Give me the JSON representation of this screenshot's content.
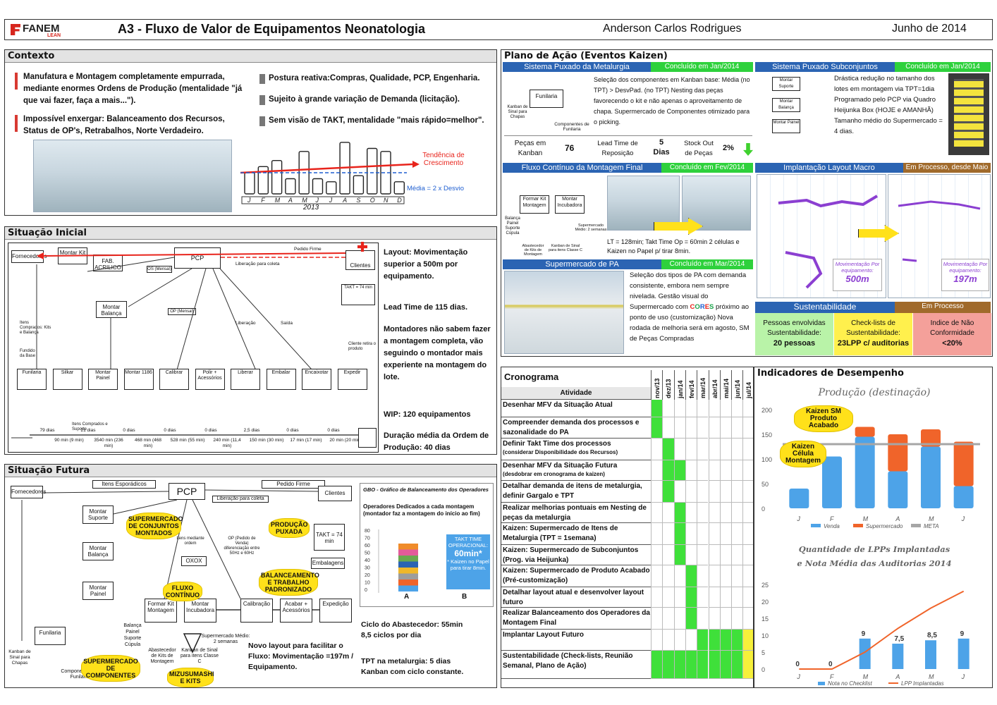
{
  "header": {
    "logo": "FANEM",
    "logo_sub": "LEAN",
    "title": "A3 - Fluxo de Valor de Equipamentos Neonatologia",
    "author": "Anderson Carlos Rodrigues",
    "date": "Junho de 2014"
  },
  "contexto": {
    "title": "Contexto",
    "bullets": [
      "Manufatura e Montagem completamente empurrada, mediante enormes Ordens de Produção (mentalidade \"já que vai fazer, faça a mais...\").",
      "Impossível enxergar: Balanceamento dos Recursos, Status de OP's, Retrabalhos, Norte Verdadeiro.",
      "Postura reativa:Compras, Qualidade, PCP, Engenharia.",
      "Sujeito à grande variação de Demanda (licitação).",
      "Sem visão de TAKT, mentalidade \"mais rápido=melhor\"."
    ],
    "trend_label": "Tendência de Crescimento",
    "media_label": "Média = 2 x Desvio",
    "months": [
      "J",
      "F",
      "M",
      "A",
      "M",
      "J",
      "J",
      "A",
      "S",
      "O",
      "N",
      "D"
    ],
    "year": "2013",
    "monthly_level": [
      0.35,
      0.45,
      0.55,
      0.25,
      0.7,
      0.25,
      0.2,
      0.85,
      0.3,
      0.75,
      0.7,
      0.2
    ]
  },
  "situacao_inicial": {
    "title": "Situação Inicial",
    "boxes": {
      "pcp": "PCP",
      "fornecedores": "Fornecedores",
      "clientes": "Clientes",
      "montar_kit": "Montar Kit",
      "fab_acrilico": "FAB. ACRILICO",
      "montar_balanca": "Montar Balança",
      "pedido_firme": "Pedido Firme",
      "liberacao_coleta": "Liberação para coleta",
      "os_mensal": "OS (Mensal)",
      "op_mensal": "OP (Mensal)",
      "liberacao": "Liberação",
      "saida": "Saída",
      "takt": "TAKT = 74 min",
      "cliente_retira": "Cliente retira o produto",
      "fundido": "Fundido da Base",
      "itens_comprados": "Itens Comprados: Kits e Balança",
      "itens_suporte": "Itens Comprados e Suporte"
    },
    "process_steps": [
      "Funilaria",
      "Silkar",
      "Montar Painel",
      "Montar 1186",
      "Calibrar",
      "Polir + Acessórios",
      "Liberar",
      "Embalar",
      "Encaixotar",
      "Expedir"
    ],
    "timeline_top": [
      "79 dias",
      "21 dias",
      "0 dias",
      "0 dias",
      "0 dias",
      "2,5 dias",
      "0 dias",
      "0 dias"
    ],
    "timeline_bottom": [
      "90 min (9 min)",
      "3540 min (236 min)",
      "468 min (468 min)",
      "528 min (55 min)",
      "240 min (11,4 min)",
      "150 min (30 min)",
      "17 min (17 min)",
      "20 min (20 min)"
    ],
    "notes": [
      "Layout: Movimentação superior a 500m por equipamento.",
      "Lead Time de 115 dias.",
      "Montadores não sabem fazer a montagem completa, vão seguindo o montador mais experiente na montagem do lote.",
      "WIP: 120 equipamentos",
      "Duração média da Ordem de Produção: 40 dias"
    ]
  },
  "situacao_futura": {
    "title": "Situação Futura",
    "boxes": {
      "fornecedores": "Fornecedores",
      "itens_esporadicos": "Itens Esporádicos",
      "pcp": "PCP",
      "pedido_firme": "Pedido Firme",
      "clientes": "Clientes",
      "liberacao_coleta": "Liberação para coleta",
      "montar_suporte": "Montar Suporte",
      "montar_balanca": "Montar Balança",
      "montar_painel": "Montar Painel",
      "funilaria": "Funilaria",
      "formar_kit": "Formar Kit Montagem",
      "montar_incubadora": "Montar Incubadora",
      "calibracao": "Calibração",
      "acabar": "Acabar + Acessórios",
      "expedicao": "Expedição",
      "embalagens": "Embalagens",
      "oxox": "OXOX",
      "takt": "TAKT = 74 min",
      "itens_mediante": "Itens mediante ordem",
      "op_pedido": "OP (Pedido de Venda) diferenciação entre 50Hz e 60Hz",
      "balanca_painel": "Balança Painel Suporte Cúpula",
      "abastecedor": "Abastecedor de Kits de Montagem",
      "kanban_sinal": "Kanban de Sinal para itens Classe C",
      "supermercado": "Supermercado Médio: 2 semanas",
      "kanban_chapas": "Kanban de Sinal para Chapas",
      "componentes": "Componentes de Funilaria"
    },
    "badges": {
      "supermercado_conjuntos": "SUPERMERCADO DE CONJUNTOS MONTADOS",
      "producao_puxada": "PRODUÇÃO PUXADA",
      "balanceamento": "BALANCEAMENTO E TRABALHO PADRONIZADO",
      "fluxo_continuo": "FLUXO CONTÍNUO",
      "supermercado_componentes": "SUPERMERCADO DE COMPONENTES",
      "mizusumashi": "MIZUSUMASHI E KITS"
    },
    "gbo": {
      "title": "GBO - Gráfico de Balanceamento dos Operadores",
      "subtitle": "Operadores Dedicados a cada montagem (montador faz a montagem do início ao fim)",
      "y_ticks": [
        "80",
        "70",
        "60",
        "50",
        "40",
        "30",
        "20",
        "10",
        "0"
      ],
      "categories": [
        "A",
        "B"
      ],
      "takt_title": "TAKT TIME OPERACIONAL:",
      "takt_value": "60min*",
      "takt_note": "* Kaizen no Papel para tirar 8min."
    },
    "notes": {
      "ciclo": "Ciclo do Abastecedor: 55min 8,5 ciclos por dia",
      "layout": "Novo layout para facilitar o Fluxo: Movimentação =197m / Equipamento.",
      "tpt": "TPT na metalurgia: 5 dias Kanban com ciclo constante."
    }
  },
  "plano": {
    "title": "Plano de Ação (Eventos Kaizen)",
    "metalurgia": {
      "title": "Sistema Puxado da Metalurgia",
      "status": "Concluído em Jan/2014",
      "text": "Seleção dos componentes em Kanban base: Média (no TPT) > DesvPad. (no TPT) Nesting das peças favorecendo o kit e não apenas o aproveitamento de chapa. Supermercado de Componentes otimizado para o picking.",
      "k1_label": "Peças em Kanban",
      "k1_value": "76",
      "k2_label": "Lead Time de Reposição",
      "k2_value": "5 Dias",
      "k3_label": "Stock Out de Peças",
      "k3_value": "2%",
      "labels": [
        "Funilaria",
        "Kanban de Sinal para Chapas",
        "Componentes de Funilaria"
      ]
    },
    "subconjuntos": {
      "title": "Sistema Puxado Subconjuntos",
      "status": "Concluído em Jan/2014",
      "text": "Drástica redução no tamanho dos lotes em montagem via TPT=1dia Programado pelo PCP via Quadro Heijunka Box (HOJE e AMANHÃ) Tamanho médio do Supermercado = 4 dias.",
      "labels": [
        "Montar Suporte",
        "Montar Balança",
        "Montar Painel"
      ]
    },
    "fluxo": {
      "title": "Fluxo Contínuo da Montagem Final",
      "status": "Concluído em Fev/2014",
      "text": "LT = 128min; Takt Time Op = 60min 2 células e Kaizen no Papel p/ tirar 8min.",
      "labels": [
        "Formar Kit Montagem",
        "Montar Incubadora",
        "Balança Painel Suporte Cúpula",
        "Abastecedor de Kits de Montagem",
        "Kanban de Sinal para itens Classe C",
        "Supermercado Médio: 2 semanas"
      ]
    },
    "layout": {
      "title": "Implantação Layout Macro",
      "status": "Em Processo, desde Maio",
      "mov_label": "Movimentação Por equipamento:",
      "before": "500m",
      "after": "197m"
    },
    "pa": {
      "title": "Supermercado de PA",
      "status": "Concluído em Mar/2014",
      "text1": "Seleção dos tipos de PA com demanda consistente, embora nem sempre nivelada. Gestão visual do Supermercado com",
      "cores": [
        "C",
        "O",
        "R",
        "E",
        "S"
      ],
      "cores_colors": [
        "#e8241c",
        "#1aa34a",
        "#1f5fd1",
        "#e8241c",
        "#1aa34a"
      ],
      "text2": "próximo ao ponto de uso (customização) Nova rodada de melhoria será em agosto, SM de Peças Compradas"
    },
    "sustentabilidade": {
      "title": "Sustentabilidade",
      "status": "Em Processo",
      "cells": [
        {
          "text": "Pessoas envolvidas Sustentabilidade:",
          "value": "20 pessoas",
          "color": "#b9f3a8"
        },
        {
          "text": "Check-lists de Sustentabilidade:",
          "value": "23LPP c/ auditorias",
          "color": "#fff04d"
        },
        {
          "text": "Indice de Não Conformidade",
          "value": "<20%",
          "color": "#f4a09a"
        }
      ]
    }
  },
  "cronograma": {
    "title": "Cronograma",
    "activity_header": "Atividade",
    "months": [
      "nov/13",
      "dez/13",
      "jan/14",
      "fev/14",
      "mar/14",
      "abr/14",
      "mai/14",
      "jun/14",
      "jul/14"
    ],
    "rows": [
      {
        "label": "Desenhar MFV da Situação Atual",
        "cells": [
          1,
          0,
          0,
          0,
          0,
          0,
          0,
          0,
          0
        ]
      },
      {
        "label": "Compreender demanda dos processos e sazonalidade do PA",
        "cells": [
          1,
          0,
          0,
          0,
          0,
          0,
          0,
          0,
          0
        ]
      },
      {
        "label": "Definir Takt Time dos processos",
        "sub": "(considerar Disponibilidade dos Recursos)",
        "cells": [
          0,
          1,
          0,
          0,
          0,
          0,
          0,
          0,
          0
        ]
      },
      {
        "label": "Desenhar MFV da Situação Futura",
        "sub": "(desdobrar em cronograma de kaizen)",
        "cells": [
          0,
          1,
          1,
          0,
          0,
          0,
          0,
          0,
          0
        ]
      },
      {
        "label": "Detalhar demanda de itens de metalurgia, definir Gargalo e TPT",
        "cells": [
          0,
          1,
          0,
          0,
          0,
          0,
          0,
          0,
          0
        ]
      },
      {
        "label": "Realizar melhorias pontuais em Nesting de peças da metalurgia",
        "cells": [
          0,
          0,
          1,
          0,
          0,
          0,
          0,
          0,
          0
        ]
      },
      {
        "label": "Kaizen: Supermercado de Itens de Metalurgia (TPT = 1semana)",
        "cells": [
          0,
          0,
          1,
          0,
          0,
          0,
          0,
          0,
          0
        ]
      },
      {
        "label": "Kaizen: Supermercado de Subconjuntos (Prog. via Heijunka)",
        "cells": [
          0,
          0,
          1,
          0,
          0,
          0,
          0,
          0,
          0
        ]
      },
      {
        "label": "Kaizen: Supermercado de Produto Acabado (Pré-customização)",
        "cells": [
          0,
          0,
          0,
          1,
          0,
          0,
          0,
          0,
          0
        ]
      },
      {
        "label": "Detalhar layout atual e desenvolver layout futuro",
        "cells": [
          0,
          0,
          0,
          1,
          0,
          0,
          0,
          0,
          0
        ]
      },
      {
        "label": "Realizar Balanceamento dos Operadores da Montagem Final",
        "cells": [
          0,
          0,
          0,
          1,
          0,
          0,
          0,
          0,
          0
        ]
      },
      {
        "label": "Implantar Layout Futuro",
        "cells": [
          0,
          0,
          0,
          0,
          1,
          1,
          1,
          1,
          2
        ]
      },
      {
        "label": "Sustentabilidade (Check-lists, Reunião Semanal, Plano de Ação)",
        "cells": [
          1,
          1,
          1,
          1,
          1,
          1,
          1,
          1,
          2
        ]
      }
    ]
  },
  "indicadores": {
    "title": "Indicadores de Desempenho",
    "chart_data": [
      {
        "type": "bar",
        "title": "Produção (destinação)",
        "categories": [
          "J",
          "F",
          "M",
          "A",
          "M",
          "J"
        ],
        "series": [
          {
            "name": "Venda",
            "values": [
              40,
              105,
              145,
              75,
              125,
              45
            ]
          },
          {
            "name": "Supermercado",
            "values": [
              0,
              0,
              20,
              75,
              35,
              90
            ]
          },
          {
            "name": "META",
            "values": [
              130,
              130,
              130,
              130,
              130,
              130
            ]
          }
        ],
        "ylim": [
          0,
          200
        ],
        "y_ticks": [
          0,
          50,
          100,
          150,
          200
        ],
        "colors": {
          "Venda": "#4da3e8",
          "Supermercado": "#f0642a",
          "META": "#a6a6a6"
        },
        "annotations": [
          "Kaizen SM Produto Acabado",
          "Kaizen Célula Montagem"
        ]
      },
      {
        "type": "bar",
        "title": "Quantidade de LPPs Implantadas e Nota Média das Auditorias 2014",
        "categories": [
          "J",
          "F",
          "M",
          "A",
          "M",
          "J"
        ],
        "series": [
          {
            "name": "Nota no Checklist",
            "values": [
              0,
              0,
              9,
              7.5,
              8.5,
              9
            ]
          },
          {
            "name": "LPP Implantadas",
            "values": [
              0,
              0,
              5,
              12,
              18,
              23
            ]
          }
        ],
        "data_labels": [
          "0",
          "0",
          "9",
          "7,5",
          "8,5",
          "9"
        ],
        "ylim": [
          0,
          25
        ],
        "y_ticks": [
          0,
          5,
          10,
          15,
          20,
          25
        ],
        "colors": {
          "Nota no Checklist": "#4da3e8",
          "LPP Implantadas": "#f0642a"
        }
      }
    ]
  }
}
